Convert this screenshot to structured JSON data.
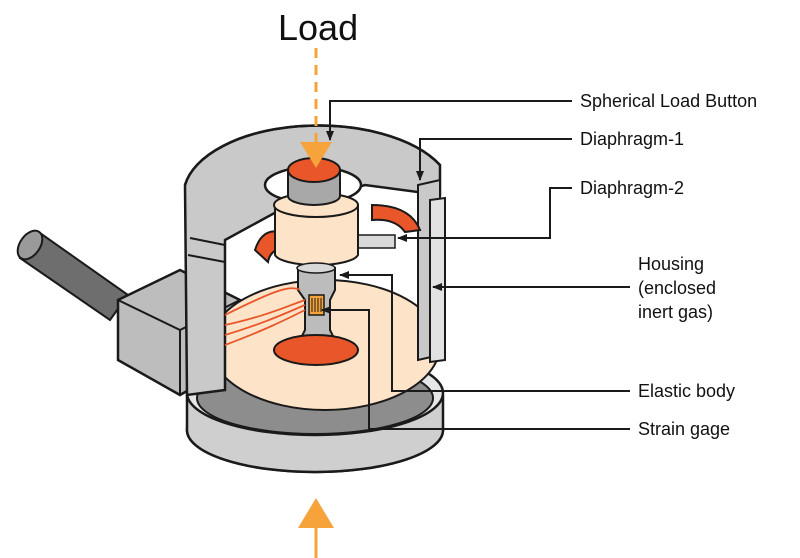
{
  "title": "Load",
  "labels": {
    "spherical_load_button": "Spherical Load Button",
    "diaphragm_1": "Diaphragm-1",
    "diaphragm_2": "Diaphragm-2",
    "housing_line1": "Housing",
    "housing_line2": "(enclosed",
    "housing_line3": "inert gas)",
    "elastic_body": "Elastic body",
    "strain_gage": "Strain gage"
  },
  "colors": {
    "accent_orange": "#f5a33a",
    "button_orange": "#e8562a",
    "body_cream": "#fde3c8",
    "housing_gray": "#c9c9c9",
    "dark_gray": "#8a8a8a",
    "line": "#1a1a1a"
  }
}
